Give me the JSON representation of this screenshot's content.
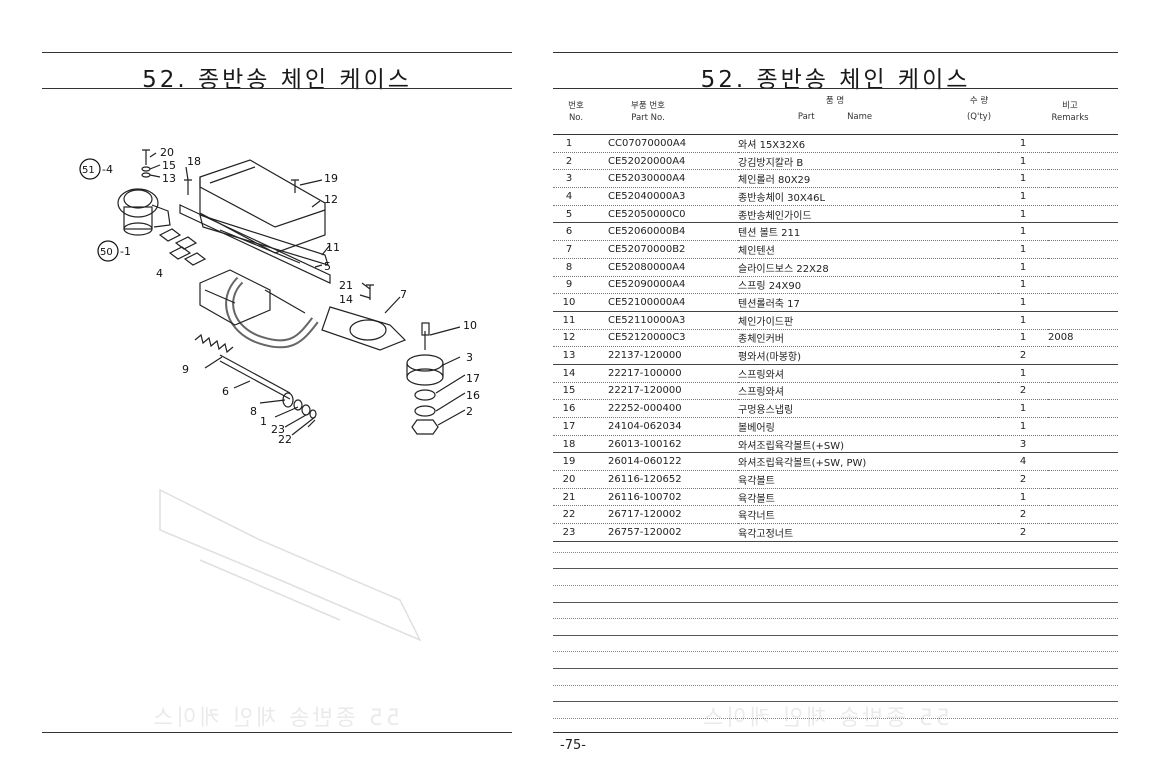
{
  "left": {
    "title": "52. 종반송 체인 케이스",
    "callouts": [
      "20",
      "15",
      "13",
      "18",
      "19",
      "12",
      "11",
      "5",
      "21",
      "14",
      "7",
      "10",
      "3",
      "17",
      "16",
      "2",
      "9",
      "6",
      "8",
      "1",
      "23",
      "22",
      "4"
    ],
    "circled": [
      "51",
      "50"
    ],
    "circled_suffix": [
      "-4",
      "-1"
    ]
  },
  "right": {
    "title": "52. 종반송 체인 케이스",
    "headers": {
      "no_ko": "번호",
      "no_en": "No.",
      "part_ko": "부품 번호",
      "part_en": "Part  No.",
      "name_ko": "품          명",
      "name_en1": "Part",
      "name_en2": "Name",
      "qty_ko": "수  량",
      "qty_en": "(Q'ty)",
      "rem_ko": "비고",
      "rem_en": "Remarks"
    },
    "rows": [
      {
        "no": "1",
        "pn": "CC07070000A4",
        "name": "와셔 15X32X6",
        "qty": "1",
        "rem": ""
      },
      {
        "no": "2",
        "pn": "CE52020000A4",
        "name": "강김방지칼라 B",
        "qty": "1",
        "rem": ""
      },
      {
        "no": "3",
        "pn": "CE52030000A4",
        "name": "체인롤러 80X29",
        "qty": "1",
        "rem": ""
      },
      {
        "no": "4",
        "pn": "CE52040000A3",
        "name": "종반송체이 30X46L",
        "qty": "1",
        "rem": ""
      },
      {
        "no": "5",
        "pn": "CE52050000C0",
        "name": "종반송체인가이드",
        "qty": "1",
        "rem": ""
      },
      {
        "no": "6",
        "pn": "CE52060000B4",
        "name": "텐션 볼트 211",
        "qty": "1",
        "rem": ""
      },
      {
        "no": "7",
        "pn": "CE52070000B2",
        "name": "체인텐션",
        "qty": "1",
        "rem": ""
      },
      {
        "no": "8",
        "pn": "CE52080000A4",
        "name": "슬라이드보스 22X28",
        "qty": "1",
        "rem": ""
      },
      {
        "no": "9",
        "pn": "CE52090000A4",
        "name": "스프링 24X90",
        "qty": "1",
        "rem": ""
      },
      {
        "no": "10",
        "pn": "CE52100000A4",
        "name": "텐션롤러축 17",
        "qty": "1",
        "rem": ""
      },
      {
        "no": "11",
        "pn": "CE52110000A3",
        "name": "체인가이드판",
        "qty": "1",
        "rem": ""
      },
      {
        "no": "12",
        "pn": "CE52120000C3",
        "name": "종체인커버",
        "qty": "1",
        "rem": "2008"
      },
      {
        "no": "13",
        "pn": "22137-120000",
        "name": "평와셔(마봉항)",
        "qty": "2",
        "rem": ""
      },
      {
        "no": "14",
        "pn": "22217-100000",
        "name": "스프링와셔",
        "qty": "1",
        "rem": ""
      },
      {
        "no": "15",
        "pn": "22217-120000",
        "name": "스프링와셔",
        "qty": "2",
        "rem": ""
      },
      {
        "no": "16",
        "pn": "22252-000400",
        "name": "구멍용스냅링",
        "qty": "1",
        "rem": ""
      },
      {
        "no": "17",
        "pn": "24104-062034",
        "name": "볼베어링",
        "qty": "1",
        "rem": ""
      },
      {
        "no": "18",
        "pn": "26013-100162",
        "name": "와셔조립육각볼트(+SW)",
        "qty": "3",
        "rem": ""
      },
      {
        "no": "19",
        "pn": "26014-060122",
        "name": "와셔조립육각볼트(+SW, PW)",
        "qty": "4",
        "rem": ""
      },
      {
        "no": "20",
        "pn": "26116-120652",
        "name": "육각볼트",
        "qty": "2",
        "rem": ""
      },
      {
        "no": "21",
        "pn": "26116-100702",
        "name": "육각볼트",
        "qty": "1",
        "rem": ""
      },
      {
        "no": "22",
        "pn": "26717-120002",
        "name": "육각너트",
        "qty": "2",
        "rem": ""
      },
      {
        "no": "23",
        "pn": "26757-120002",
        "name": "육각고정너트",
        "qty": "2",
        "rem": ""
      }
    ],
    "page_number": "-75-"
  }
}
